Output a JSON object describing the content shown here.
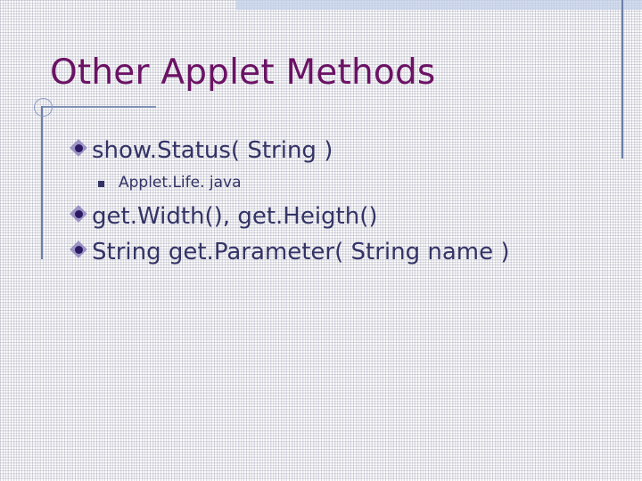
{
  "slide": {
    "title": "Other Applet Methods",
    "title_color": "#6B1264",
    "body_color": "#333366",
    "accent_rule_color": "#6B7FA8",
    "top_band_color": "#C3D0E8",
    "background_color": "#FFFFFF"
  },
  "bullets": [
    {
      "level": 1,
      "marker": "diamond-gem-bullet",
      "text": "show.Status( String )"
    },
    {
      "level": 2,
      "marker": "small-square-bullet",
      "text": "Applet.Life. java"
    },
    {
      "level": 1,
      "marker": "diamond-gem-bullet",
      "text": "get.Width(), get.Heigth()"
    },
    {
      "level": 1,
      "marker": "diamond-gem-bullet",
      "text": "String get.Parameter( String name )"
    }
  ]
}
